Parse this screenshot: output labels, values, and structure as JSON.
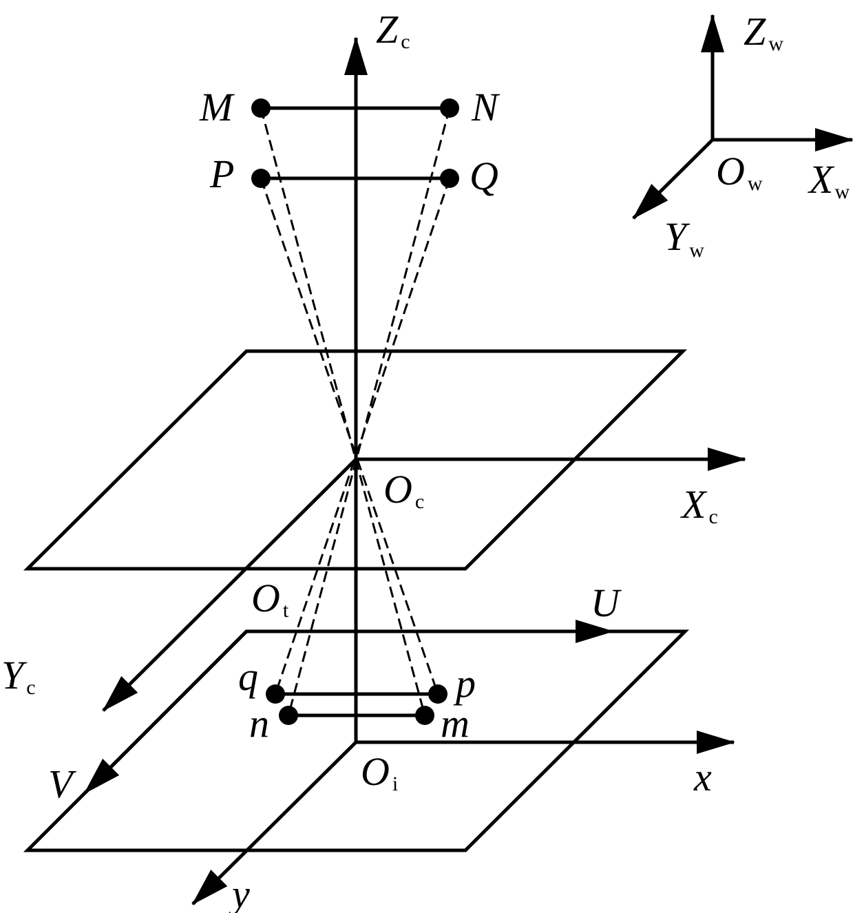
{
  "labels": {
    "zc": {
      "main": "Z",
      "sub": "c"
    },
    "xc": {
      "main": "X",
      "sub": "c"
    },
    "yc": {
      "main": "Y",
      "sub": "c"
    },
    "oc": {
      "main": "O",
      "sub": "c"
    },
    "ot": {
      "main": "O",
      "sub": "t"
    },
    "oi": {
      "main": "O",
      "sub": "i"
    },
    "zw": {
      "main": "Z",
      "sub": "w"
    },
    "xw": {
      "main": "X",
      "sub": "w"
    },
    "yw": {
      "main": "Y",
      "sub": "w"
    },
    "ow": {
      "main": "O",
      "sub": "w"
    },
    "u": "U",
    "v": "V",
    "x": "x",
    "y": "y"
  },
  "points": {
    "M": "M",
    "N": "N",
    "P": "P",
    "Q": "Q",
    "m": "m",
    "n": "n",
    "p": "p",
    "q": "q"
  },
  "colors": {
    "ink": "#000000",
    "background": "#ffffff"
  }
}
